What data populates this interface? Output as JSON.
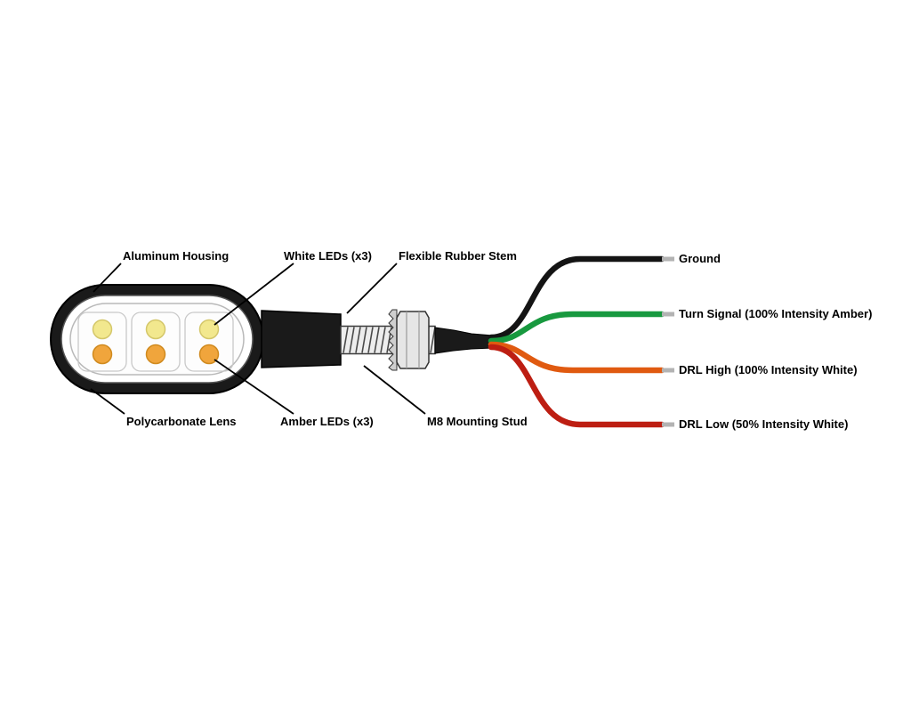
{
  "figure": {
    "part_labels": {
      "aluminum_housing": "Aluminum Housing",
      "white_leds": "White LEDs (x3)",
      "flexible_rubber_stem": "Flexible Rubber Stem",
      "polycarbonate_lens": "Polycarbonate Lens",
      "amber_leds": "Amber LEDs (x3)",
      "m8_mounting_stud": "M8 Mounting Stud"
    },
    "wires": [
      {
        "id": "ground",
        "label": "Ground",
        "color": "#141414"
      },
      {
        "id": "turn-signal",
        "label": "Turn Signal (100% Intensity Amber)",
        "color": "#18993f"
      },
      {
        "id": "drl-high",
        "label": "DRL High (100% Intensity White)",
        "color": "#e05a10"
      },
      {
        "id": "drl-low",
        "label": "DRL Low (50% Intensity White)",
        "color": "#bd1e12"
      }
    ],
    "colors": {
      "housing": "#1a1a1a",
      "white_led": "#f2e88e",
      "amber_led": "#f0a53c",
      "wire_tip": "#b3b3b3"
    }
  }
}
